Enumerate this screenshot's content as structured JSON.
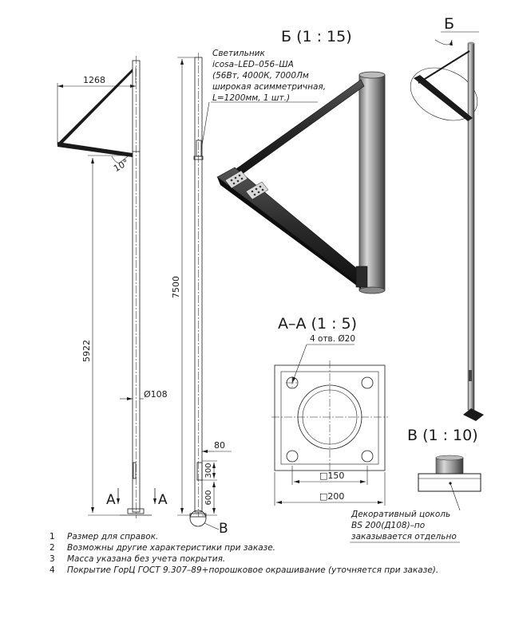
{
  "dimensions": {
    "arm_reach": "1268",
    "arm_angle": "10°",
    "height_mount": "5922",
    "height_total": "7500",
    "pole_diameter": "Ø108",
    "hatch_width": "80",
    "hatch_height": "300",
    "hatch_offset": "600",
    "plate_inner": "□150",
    "plate_outer": "□200",
    "holes": "4 отв. Ø20"
  },
  "section_labels": {
    "a_left": "A",
    "a_right": "A",
    "b_callout": "B",
    "b_top": "Б"
  },
  "views": {
    "detail_b": "Б (1 : 15)",
    "section_aa": "А–А (1 : 5)",
    "detail_v": "В (1 : 10)"
  },
  "luminaire_label": [
    "Светильник",
    "icosa–LED–056–ША",
    "(56Вт, 4000К, 7000Лм",
    "широкая асимметричная,",
    "L=1200мм, 1 шт.)"
  ],
  "base_label": [
    "Декоративный цоколь",
    "BS 200(Д108)–по",
    "заказывается отдельно"
  ],
  "notes": [
    {
      "num": "1",
      "text": "Размер для справок."
    },
    {
      "num": "2",
      "text": "Возможны другие характеристики при заказе."
    },
    {
      "num": "3",
      "text": "Масса указана без учета покрытия."
    },
    {
      "num": "4",
      "text": "Покрытие ГорЦ ГОСТ 9.307–89+порошковое окрашивание (уточняется при заказе)."
    }
  ]
}
